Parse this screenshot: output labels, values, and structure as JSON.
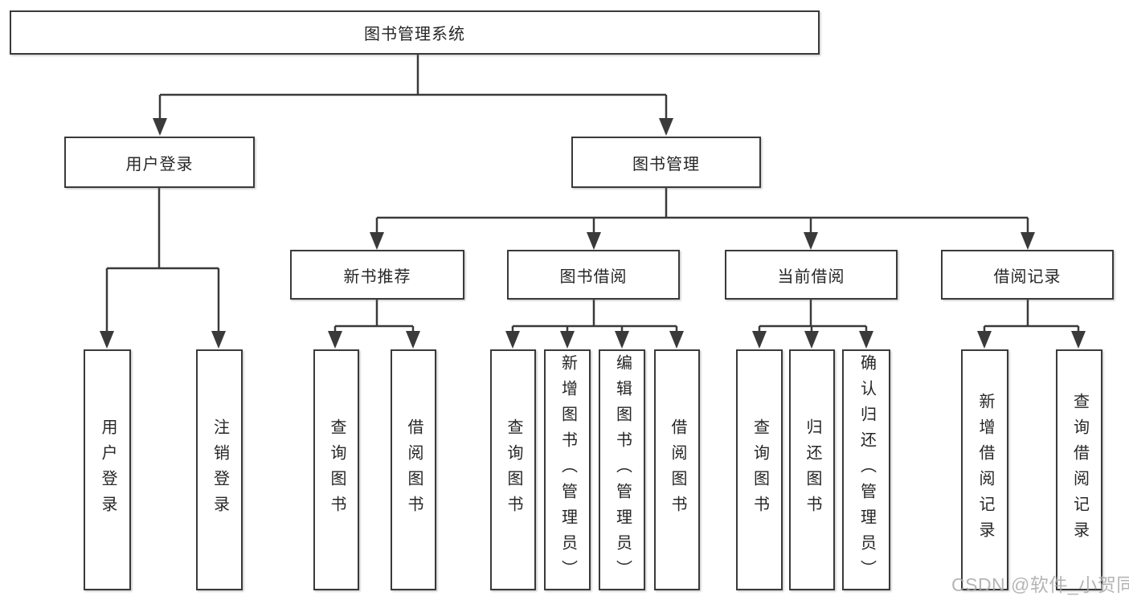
{
  "diagram_title": "图书管理系统",
  "tree": {
    "label": "图书管理系统",
    "children": [
      {
        "label": "用户登录",
        "children": [
          {
            "label": "用户登录"
          },
          {
            "label": "注销登录"
          }
        ]
      },
      {
        "label": "图书管理",
        "children": [
          {
            "label": "新书推荐",
            "children": [
              {
                "label": "查询图书"
              },
              {
                "label": "借阅图书"
              }
            ]
          },
          {
            "label": "图书借阅",
            "children": [
              {
                "label": "查询图书"
              },
              {
                "label": "新增图书（管理员）"
              },
              {
                "label": "编辑图书（管理员）"
              },
              {
                "label": "借阅图书"
              }
            ]
          },
          {
            "label": "当前借阅",
            "children": [
              {
                "label": "查询图书"
              },
              {
                "label": "归还图书"
              },
              {
                "label": "确认归还（管理员）"
              }
            ]
          },
          {
            "label": "借阅记录",
            "children": [
              {
                "label": "新增借阅记录"
              },
              {
                "label": "查询借阅记录"
              }
            ]
          }
        ]
      }
    ]
  },
  "watermark": {
    "text": "CSDN @软件_小贺同学"
  },
  "colors": {
    "line": "#3a3a3a",
    "text": "#262626",
    "box_fill": "#ffffff",
    "background": "#ffffff",
    "watermark": "#a8a8a8"
  }
}
